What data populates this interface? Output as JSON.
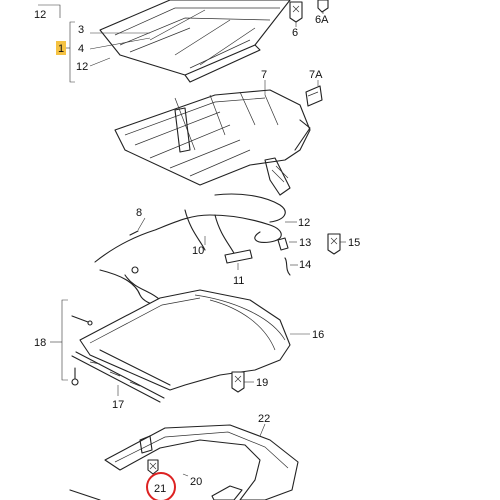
{
  "diagram": {
    "labels": {
      "l12a": "12",
      "l3": "3",
      "l1": "1",
      "l4": "4",
      "l12b": "12",
      "l6": "6",
      "l6a": "6A",
      "l7": "7",
      "l7a": "7A",
      "l8": "8",
      "l10": "10",
      "l12c": "12",
      "l13": "13",
      "l15": "15",
      "l14": "14",
      "l11": "11",
      "l18": "18",
      "l16": "16",
      "l19": "19",
      "l17": "17",
      "l22": "22",
      "l21": "21",
      "l20": "20"
    },
    "highlight_color": "#f5c242",
    "circle_color": "#dd2222"
  }
}
